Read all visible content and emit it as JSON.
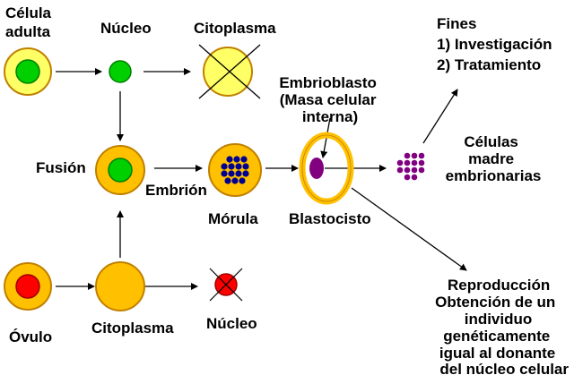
{
  "labels": {
    "celula_adulta": [
      "Célula",
      "adulta"
    ],
    "nucleo_top": "Núcleo",
    "citoplasma_top": "Citoplasma",
    "fusion": "Fusión",
    "embrion": "Embrión",
    "morula": "Mórula",
    "embrioblasto": [
      "Embrioblasto",
      "(Masa celular",
      "interna)"
    ],
    "blastocisto": "Blastocisto",
    "celulas_madre": [
      "Células",
      "madre",
      "embrionarias"
    ],
    "fines_title": "Fines",
    "fines_items": [
      "1) Investigación",
      "2) Tratamiento"
    ],
    "reproduccion": [
      "Reproducción",
      "Obtención de un",
      "individuo",
      "genéticamente",
      "igual al donante",
      "del núcleo celular"
    ],
    "ovulo": "Óvulo",
    "citoplasma_bottom": "Citoplasma",
    "nucleo_bottom": "Núcleo"
  },
  "colors": {
    "cytoplasm": "#FFC000",
    "cytoplasm_light": "#FFFF66",
    "cell_outline": "#C08000",
    "nucleus_green": "#00D000",
    "nucleus_red": "#FF0000",
    "embryo_cells": "#000090",
    "icm": "#800080",
    "stem_cells": "#800080"
  }
}
